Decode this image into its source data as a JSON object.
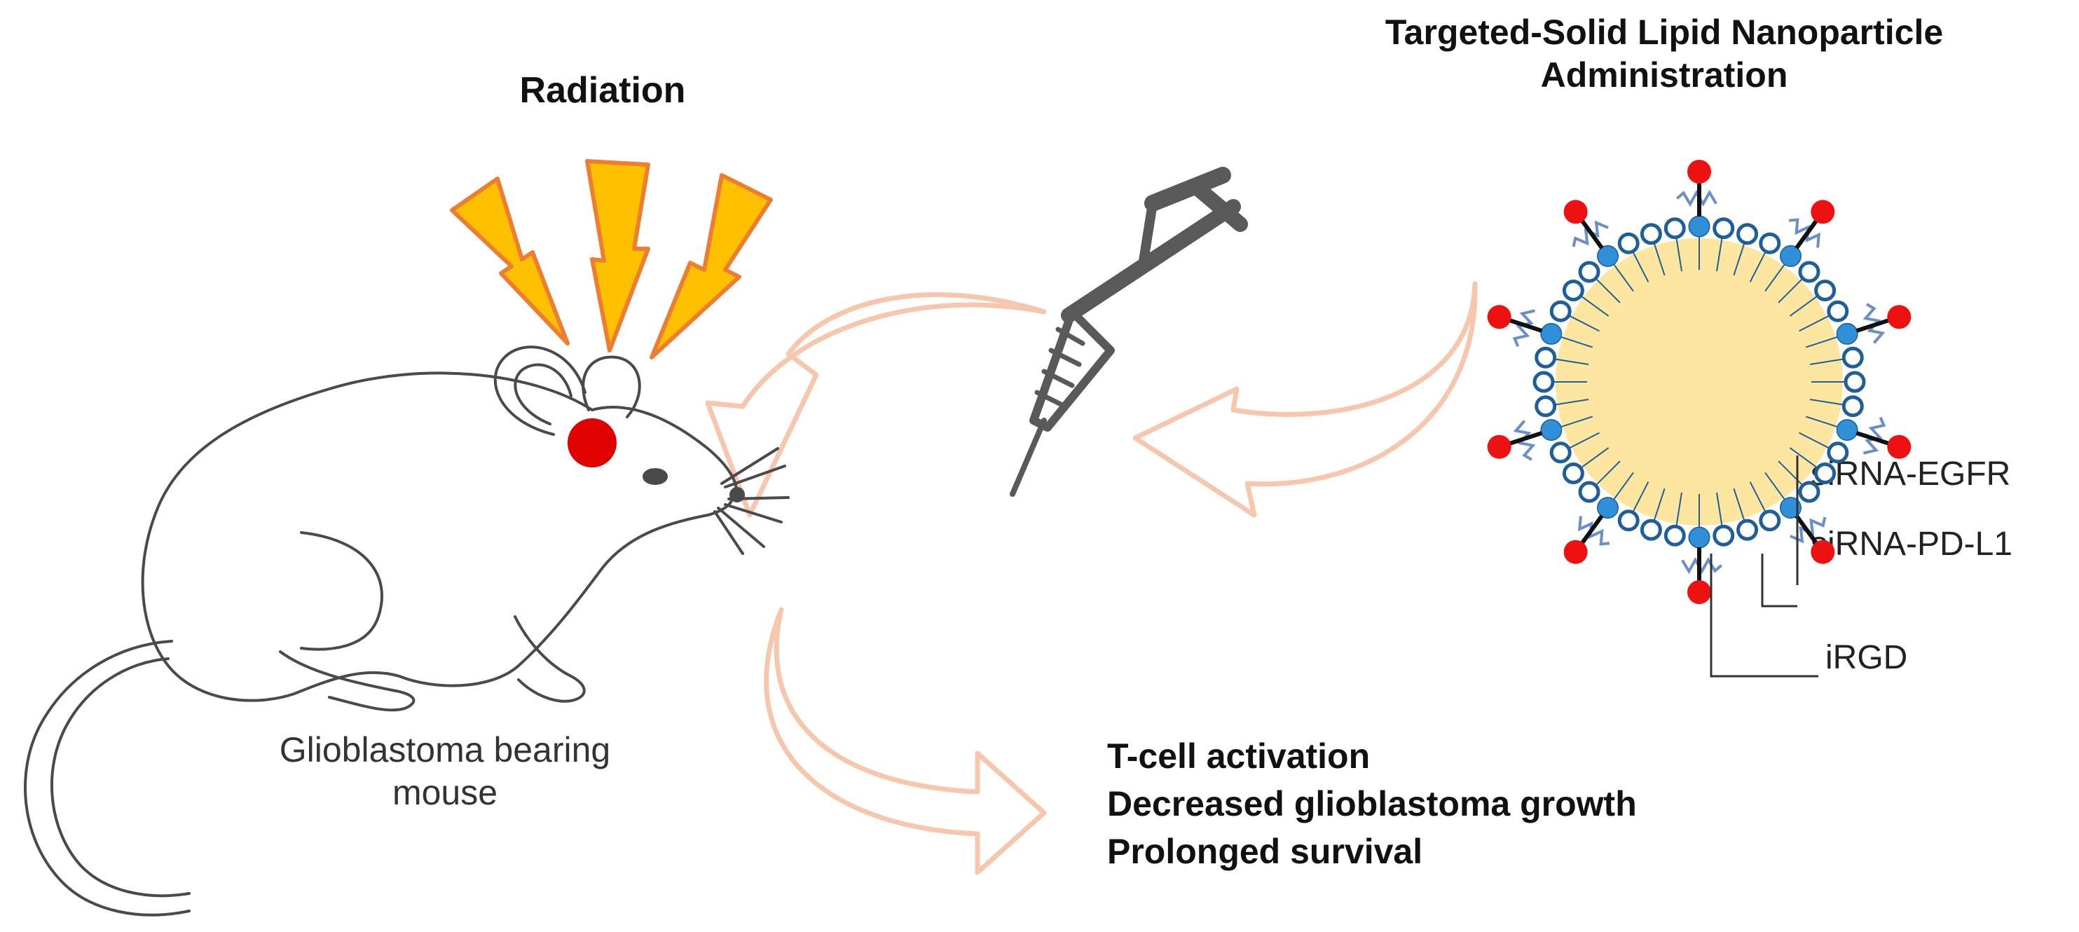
{
  "labels": {
    "radiation": "Radiation",
    "slnp_line1": "Targeted-Solid Lipid Nanoparticle",
    "slnp_line2": "Administration",
    "mouse_line1": "Glioblastoma bearing",
    "mouse_line2": "mouse",
    "outcome_1": "T-cell activation",
    "outcome_2": "Decreased glioblastoma growth",
    "outcome_3": "Prolonged survival",
    "sirna_egfr": "siRNA-EGFR",
    "sirna_pdl1": "siRNA-PD-L1",
    "irgd": "iRGD"
  },
  "colors": {
    "arrow_outline": "#f6c6ad",
    "bolt_fill": "#ffc000",
    "bolt_stroke": "#ed7d31",
    "tumor": "#e00000",
    "syringe": "#595959",
    "core_fill": "#fde6a0",
    "lipid_head": "#1f5f99",
    "peptide_red": "#ee1111",
    "sirna_blue": "#6a8fc8"
  }
}
